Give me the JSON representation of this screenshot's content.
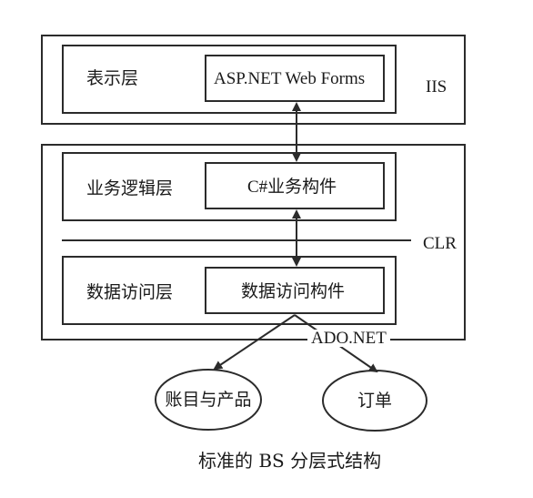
{
  "top_tier": {
    "layer_label": "表示层",
    "component_label": "ASP.NET Web Forms",
    "host_label": "IIS"
  },
  "middle_tier": {
    "business_layer_label": "业务逻辑层",
    "business_component_label": "C#业务构件",
    "data_layer_label": "数据访问层",
    "data_component_label": "数据访问构件",
    "host_label": "CLR"
  },
  "connector_label": "ADO.NET",
  "databases": {
    "accounts_label": "账目与产品",
    "orders_label": "订单"
  },
  "caption": "标准的 BS 分层式结构",
  "colors": {
    "line": "#2b2b2b",
    "background": "#ffffff"
  }
}
